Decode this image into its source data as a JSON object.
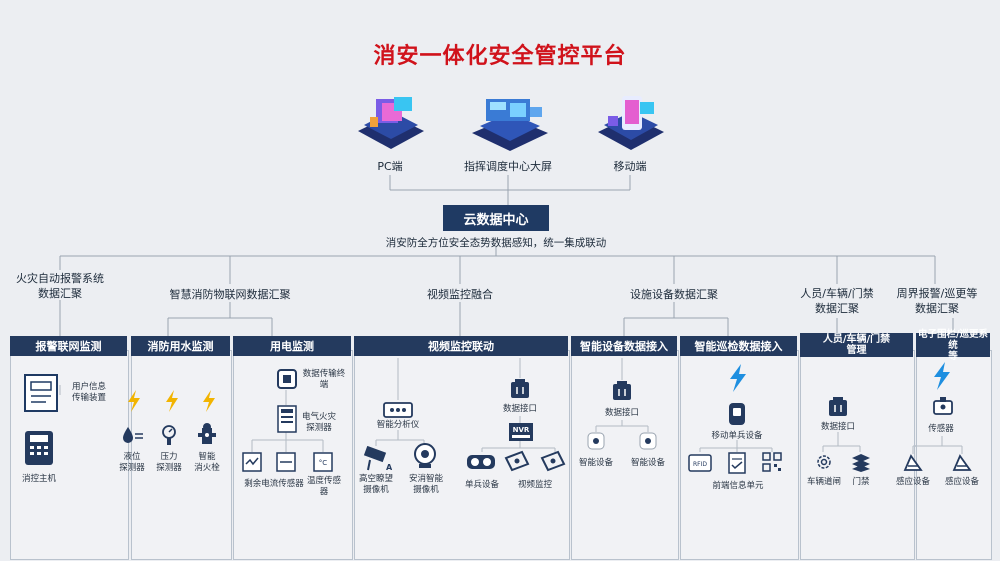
{
  "title": "消安一体化安全管控平台",
  "terminals": {
    "pc": "PC端",
    "screen": "指挥调度中心大屏",
    "mobile": "移动端"
  },
  "cloud": {
    "label": "云数据中心",
    "subtitle": "消安防全方位安全态势数据感知，统一集成联动"
  },
  "subsystems": {
    "fire_alarm": "火灾自动报警系统\n数据汇聚",
    "iot": "智慧消防物联网数据汇聚",
    "video": "视频监控融合",
    "facility": "设施设备数据汇聚",
    "access": "人员/车辆/门禁\n数据汇聚",
    "perimeter": "周界报警/巡更等\n数据汇聚"
  },
  "bars": {
    "alarm": "报警联网监测",
    "water": "消防用水监测",
    "power": "用电监测",
    "video": "视频监控联动",
    "smart_device": "智能设备数据接入",
    "patrol": "智能巡检数据接入",
    "access": "人员/车辆/门禁\n管理",
    "fence": "电子围栏/巡更系统\n等"
  },
  "devices": {
    "user_info": "用户信息\n传输装置",
    "fire_host": "消控主机",
    "level": "液位\n探测器",
    "pressure": "压力\n探测器",
    "hydrant": "智能\n消火栓",
    "data_terminal": "数据传输终\n端",
    "elec_fire": "电气火灾\n探测器",
    "residual": "剩余电流传感器",
    "temp": "温度传感\n器",
    "analyzer": "智能分析仪",
    "data_interface": "数据接口",
    "high_cam": "高空瞭望\n摄像机",
    "smart_cam": "安消智能\n摄像机",
    "soldier": "单兵设备",
    "video_mon": "视频监控",
    "nvr": "NVR",
    "ai": "AI",
    "sd_interface": "数据接口",
    "smart_dev1": "智能设备",
    "smart_dev2": "智能设备",
    "mobile_soldier": "移动单兵设备",
    "frontend": "前端信息单元",
    "rfid": "RFID",
    "access_interface": "数据接口",
    "gate": "车辆道闸",
    "door": "门禁",
    "sensor": "传感器",
    "induct1": "感应设备",
    "induct2": "感应设备"
  },
  "colors": {
    "title": "#d0121b",
    "bar": "#243a5e",
    "bolt": "#f2b400",
    "flash": "#1e8fe0"
  }
}
